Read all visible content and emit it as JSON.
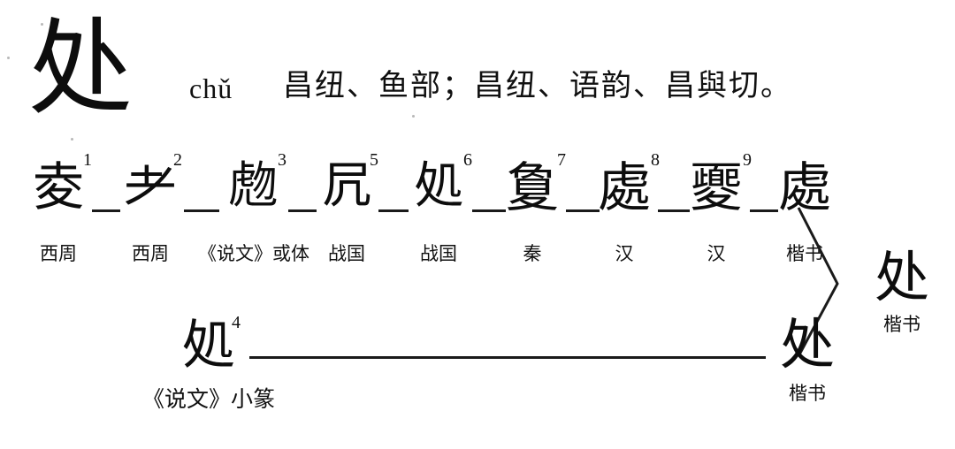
{
  "entry": {
    "headword": "处",
    "pinyin": "chǔ",
    "gloss": "昌纽、鱼部；昌纽、语韵、昌與切。"
  },
  "chart_data": {
    "type": "diagram",
    "title": "处 character evolution chart",
    "sequence": [
      {
        "index": "1",
        "glyph": "夌",
        "label": "西周"
      },
      {
        "index": "2",
        "glyph": "耂",
        "label": "西周"
      },
      {
        "index": "3",
        "glyph": "虝",
        "label": "《说文》或体"
      },
      {
        "index": "5",
        "glyph": "凥",
        "label": "战国"
      },
      {
        "index": "6",
        "glyph": "処",
        "label": "战国"
      },
      {
        "index": "7",
        "glyph": "夐",
        "label": "秦"
      },
      {
        "index": "8",
        "glyph": "處",
        "label": "汉"
      },
      {
        "index": "9",
        "glyph": "夒",
        "label": "汉"
      },
      {
        "index": "",
        "glyph": "處",
        "label": "楷书"
      }
    ],
    "seal_branch": {
      "index": "4",
      "glyph": "処",
      "label": "《说文》小篆",
      "result_glyph": "处",
      "result_label": "楷书"
    },
    "final_form": {
      "glyph": "处",
      "label": "楷书"
    }
  },
  "style": {
    "ink": "#0d0d0d",
    "paper": "#ffffff"
  }
}
